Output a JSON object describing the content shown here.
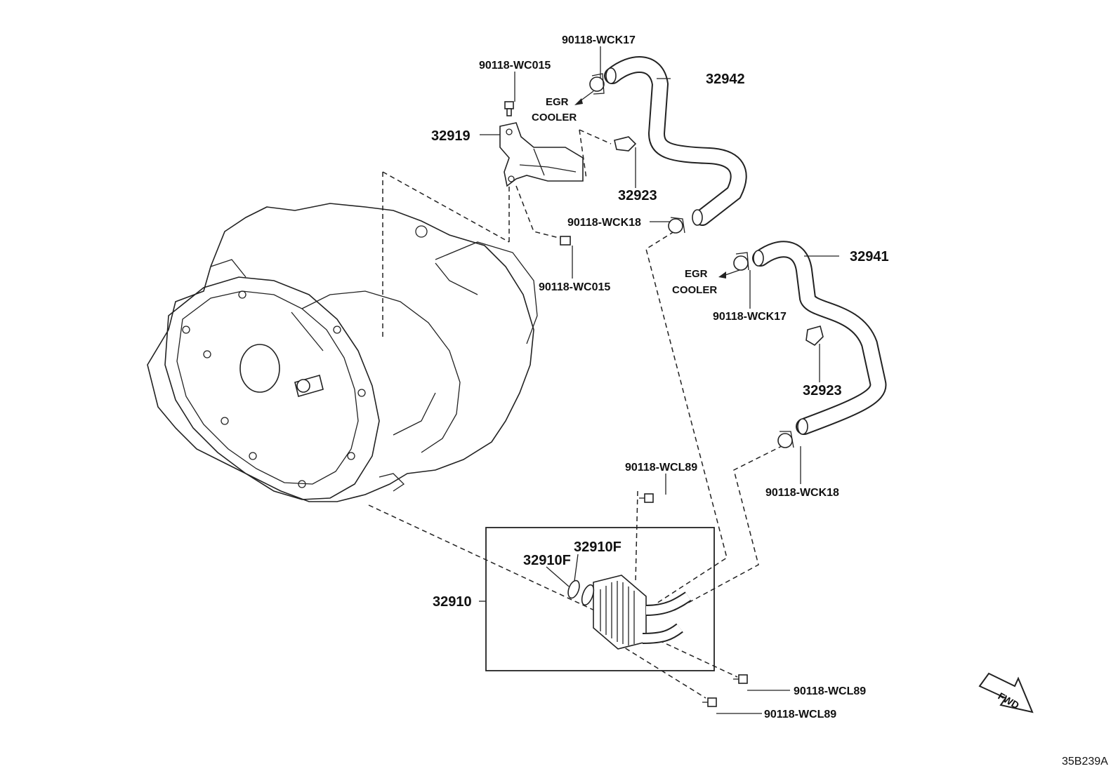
{
  "labels": {
    "wck17_top": "90118-WCK17",
    "wc015_top": "90118-WC015",
    "hose_32942": "32942",
    "egr_top_1": "EGR",
    "egr_top_2": "COOLER",
    "bracket_32919": "32919",
    "clamp_32923_top": "32923",
    "wck18_top": "90118-WCK18",
    "hose_32941": "32941",
    "wc015_mid": "90118-WC015",
    "egr_mid_1": "EGR",
    "egr_mid_2": "COOLER",
    "wck17_mid": "90118-WCK17",
    "clamp_32923_mid": "32923",
    "wck18_low": "90118-WCK18",
    "wcl89_top": "90118-WCL89",
    "oring_right": "32910F",
    "oring_left": "32910F",
    "cooler_32910": "32910",
    "wcl89_right": "90118-WCL89",
    "wcl89_bottom": "90118-WCL89",
    "fwd": "FWD",
    "drawing_code": "35B239A"
  },
  "icons": [
    "fwd-arrow-icon"
  ]
}
